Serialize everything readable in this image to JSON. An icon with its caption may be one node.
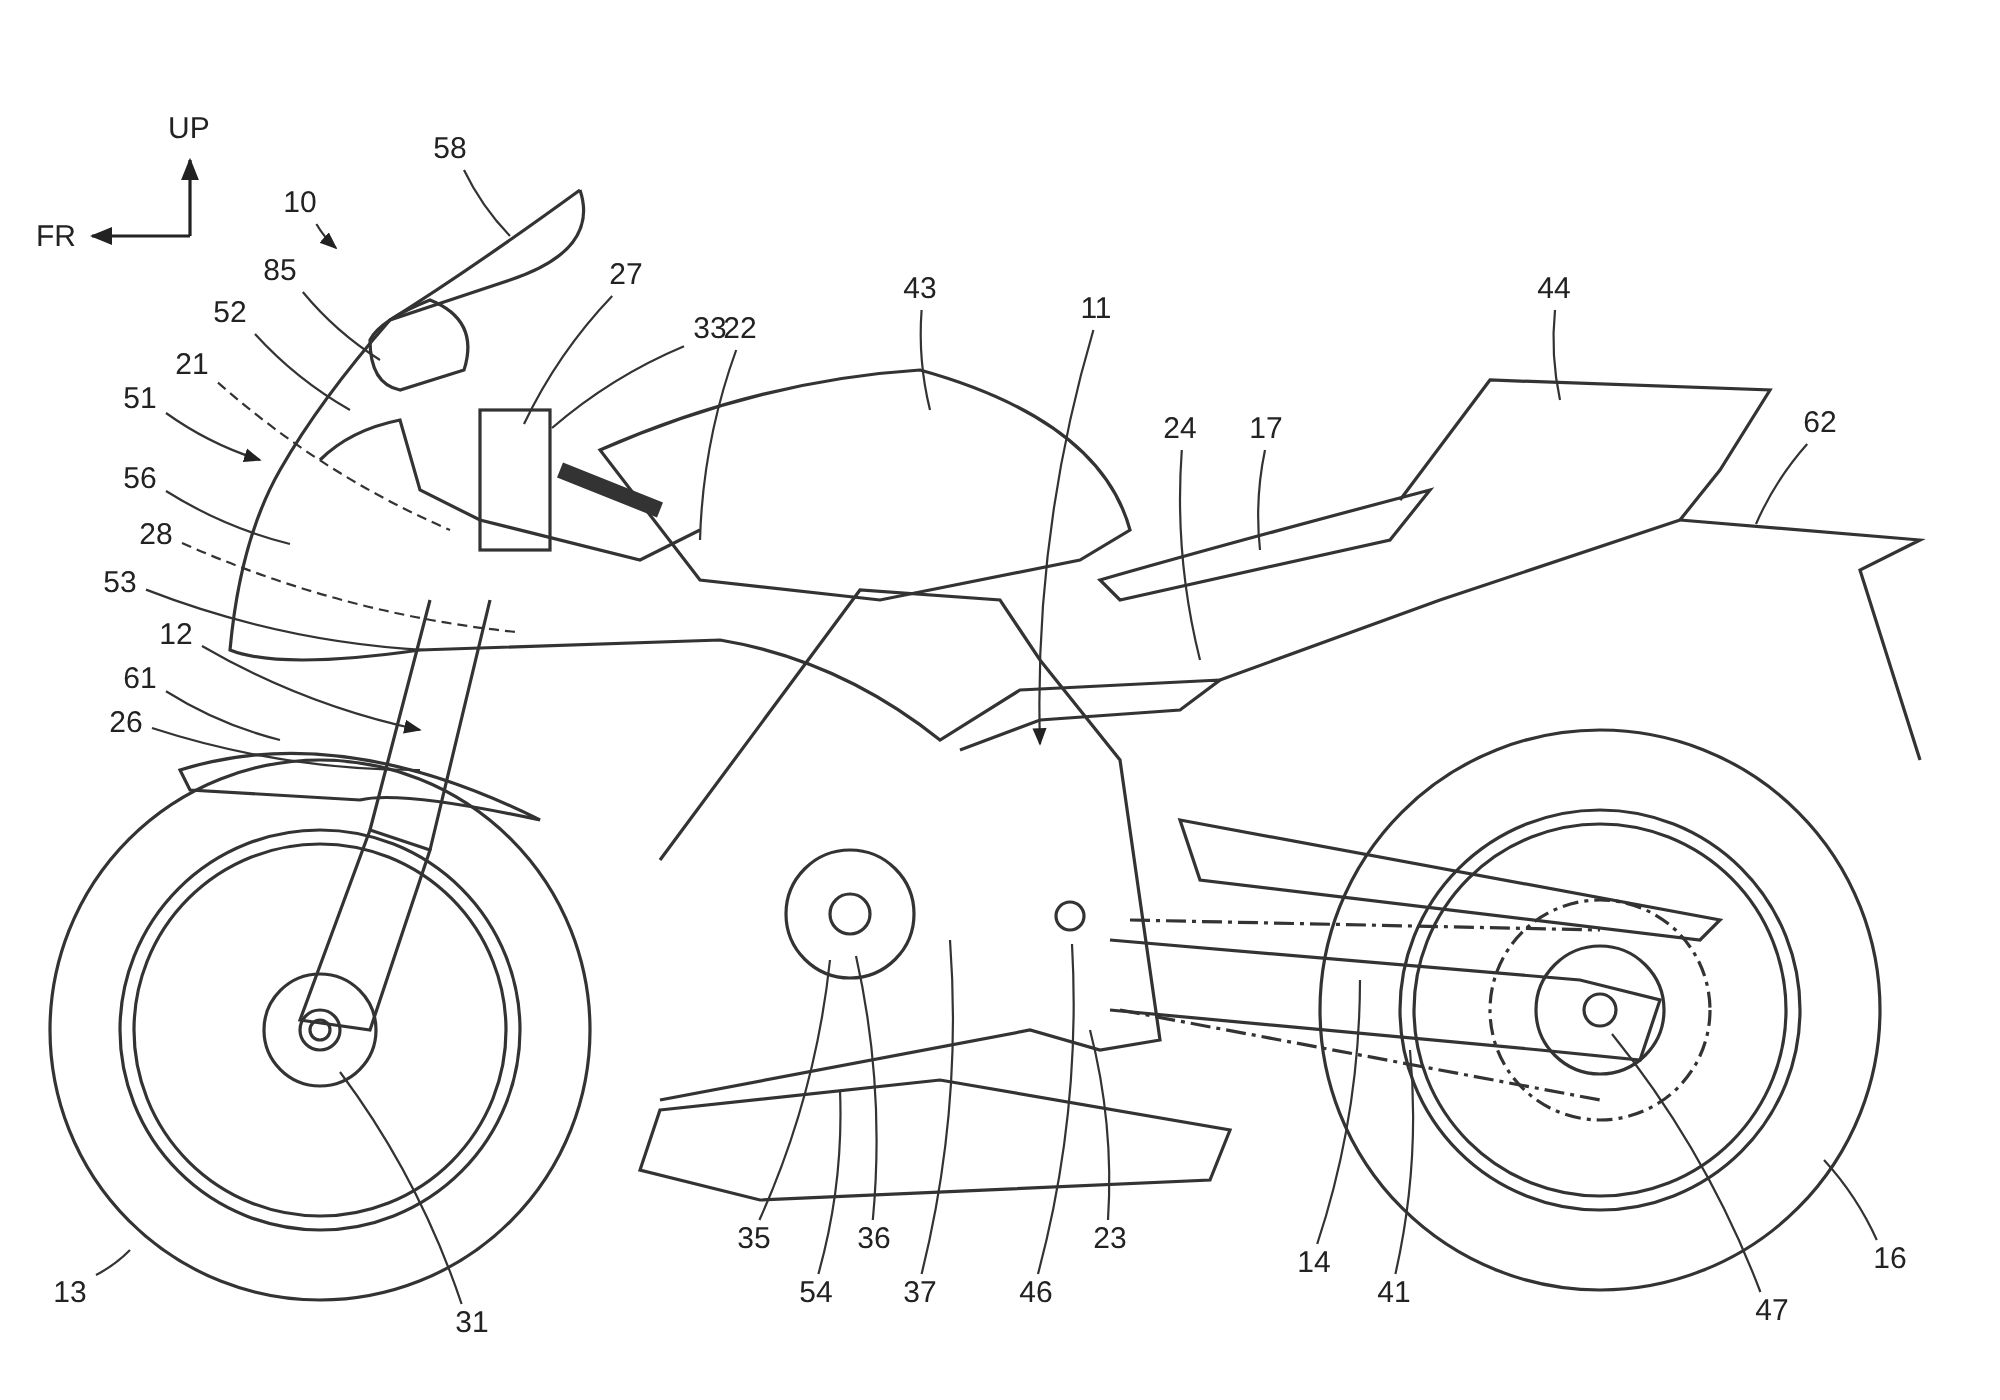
{
  "diagram": {
    "nodes": [
      {
        "text": [
          "10"
        ]
      },
      {
        "text": [
          "58"
        ]
      },
      {
        "text": [
          "85"
        ]
      },
      {
        "text": [
          "27"
        ]
      },
      {
        "text": [
          "33"
        ]
      },
      {
        "text": [
          "22"
        ]
      },
      {
        "text": [
          "43"
        ]
      },
      {
        "text": [
          "11"
        ]
      },
      {
        "text": [
          "44"
        ]
      },
      {
        "text": [
          "52"
        ]
      },
      {
        "text": [
          "21"
        ]
      },
      {
        "text": [
          "51"
        ]
      },
      {
        "text": [
          "24"
        ]
      },
      {
        "text": [
          "17"
        ]
      },
      {
        "text": [
          "62"
        ]
      },
      {
        "text": [
          "56"
        ]
      },
      {
        "text": [
          "28"
        ]
      },
      {
        "text": [
          "53"
        ]
      },
      {
        "text": [
          "12"
        ]
      },
      {
        "text": [
          "61"
        ]
      },
      {
        "text": [
          "26"
        ]
      },
      {
        "text": [
          "13"
        ]
      },
      {
        "text": [
          "31"
        ]
      },
      {
        "text": [
          "35"
        ]
      },
      {
        "text": [
          "54"
        ]
      },
      {
        "text": [
          "36"
        ]
      },
      {
        "text": [
          "37"
        ]
      },
      {
        "text": [
          "46"
        ]
      },
      {
        "text": [
          "23"
        ]
      },
      {
        "text": [
          "14"
        ]
      },
      {
        "text": [
          "41"
        ]
      },
      {
        "text": [
          "16"
        ]
      },
      {
        "text": [
          "47"
        ]
      }
    ],
    "edges": [
      {
        "from": 0,
        "to": null,
        "arrow": "to"
      },
      {
        "from": 1,
        "to": null,
        "arrow": "none"
      },
      {
        "from": 2,
        "to": null,
        "arrow": "none"
      },
      {
        "from": 3,
        "to": null,
        "arrow": "none"
      },
      {
        "from": 4,
        "to": null,
        "arrow": "none"
      },
      {
        "from": 5,
        "to": null,
        "arrow": "none"
      },
      {
        "from": 6,
        "to": null,
        "arrow": "none"
      },
      {
        "from": 7,
        "to": null,
        "arrow": "to"
      },
      {
        "from": 8,
        "to": null,
        "arrow": "none"
      },
      {
        "from": 9,
        "to": null,
        "arrow": "none"
      },
      {
        "from": 10,
        "to": null,
        "arrow": "none",
        "style": "dashed"
      },
      {
        "from": 11,
        "to": null,
        "arrow": "to"
      },
      {
        "from": 12,
        "to": null,
        "arrow": "none"
      },
      {
        "from": 13,
        "to": null,
        "arrow": "none"
      },
      {
        "from": 14,
        "to": null,
        "arrow": "none"
      },
      {
        "from": 15,
        "to": null,
        "arrow": "none"
      },
      {
        "from": 16,
        "to": null,
        "arrow": "none",
        "style": "dashed"
      },
      {
        "from": 17,
        "to": null,
        "arrow": "none"
      },
      {
        "from": 18,
        "to": null,
        "arrow": "to"
      },
      {
        "from": 19,
        "to": null,
        "arrow": "none"
      },
      {
        "from": 20,
        "to": null,
        "arrow": "none"
      },
      {
        "from": 21,
        "to": null,
        "arrow": "none"
      },
      {
        "from": 22,
        "to": null,
        "arrow": "none"
      },
      {
        "from": 23,
        "to": null,
        "arrow": "none"
      },
      {
        "from": 24,
        "to": null,
        "arrow": "none"
      },
      {
        "from": 25,
        "to": null,
        "arrow": "none"
      },
      {
        "from": 26,
        "to": null,
        "arrow": "none"
      },
      {
        "from": 27,
        "to": null,
        "arrow": "none"
      },
      {
        "from": 28,
        "to": null,
        "arrow": "none"
      },
      {
        "from": 29,
        "to": null,
        "arrow": "none"
      },
      {
        "from": 30,
        "to": null,
        "arrow": "none"
      },
      {
        "from": 31,
        "to": null,
        "arrow": "none"
      },
      {
        "from": 32,
        "to": null,
        "arrow": "none"
      }
    ],
    "labels": [
      "UP",
      "FR"
    ]
  }
}
